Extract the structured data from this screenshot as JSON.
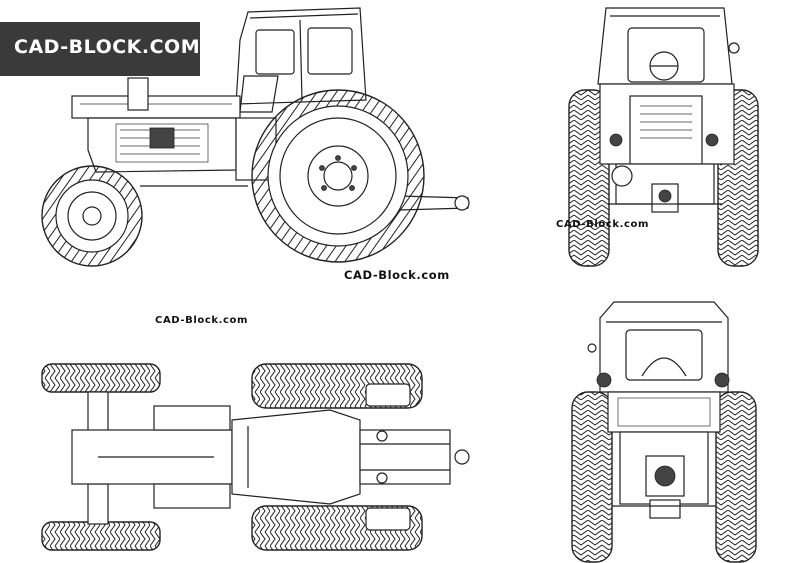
{
  "logo": {
    "text": "CAD-BLOCK.COM",
    "bg": "#3a3a3a",
    "fg": "#ffffff"
  },
  "watermarks": [
    "CAD-Block.com",
    "CAD-Block.com",
    "CAD-Block.com"
  ],
  "views": [
    "side-view",
    "front-view",
    "top-view",
    "rear-view"
  ]
}
